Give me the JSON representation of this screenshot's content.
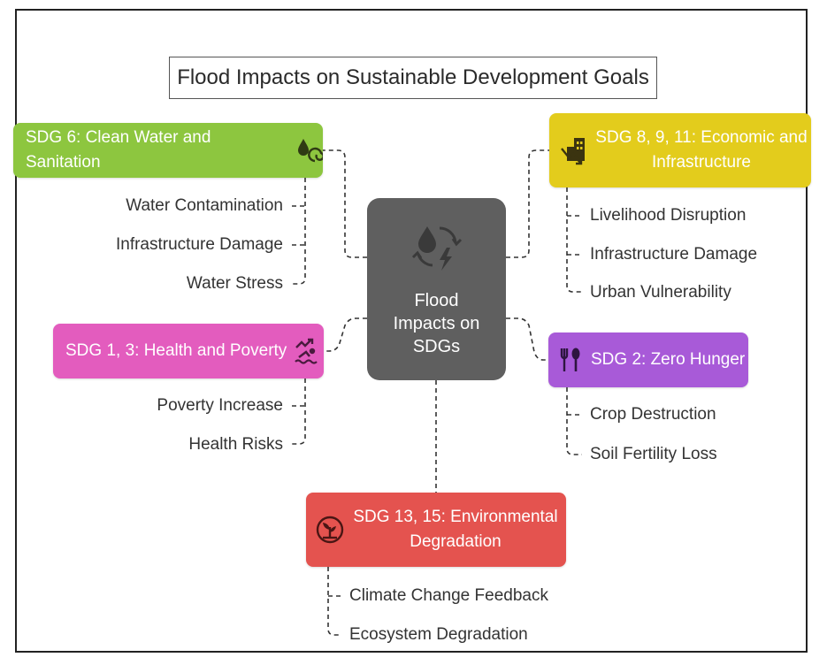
{
  "title": "Flood Impacts on Sustainable Development Goals",
  "center": {
    "label": "Flood\nImpacts on\nSDGs",
    "icon": "flood-cycle-icon",
    "color": "#5f5f5f"
  },
  "nodes": {
    "water": {
      "label": "SDG 6: Clean Water and Sanitation",
      "icon": "water-drop-spiral-icon",
      "color": "#8dc63f",
      "items": [
        "Water Contamination",
        "Infrastructure Damage",
        "Water Stress"
      ]
    },
    "economic": {
      "label": "SDG 8, 9, 11: Economic and Infrastructure",
      "icon": "declining-buildings-icon",
      "color": "#e3cc1c",
      "items": [
        "Livelihood Disruption",
        "Infrastructure Damage",
        "Urban Vulnerability"
      ]
    },
    "health": {
      "label": "SDG 1, 3: Health and Poverty",
      "icon": "person-swimming-icon",
      "color": "#e35cbe",
      "items": [
        "Poverty Increase",
        "Health Risks"
      ]
    },
    "hunger": {
      "label": "SDG 2: Zero Hunger",
      "icon": "fork-spoon-icon",
      "color": "#a85ad8",
      "items": [
        "Crop Destruction",
        "Soil Fertility Loss"
      ]
    },
    "environment": {
      "label": "SDG 13, 15: Environmental Degradation",
      "icon": "plant-in-circle-icon",
      "color": "#e4534f",
      "items": [
        "Climate Change Feedback",
        "Ecosystem Degradation"
      ]
    }
  }
}
